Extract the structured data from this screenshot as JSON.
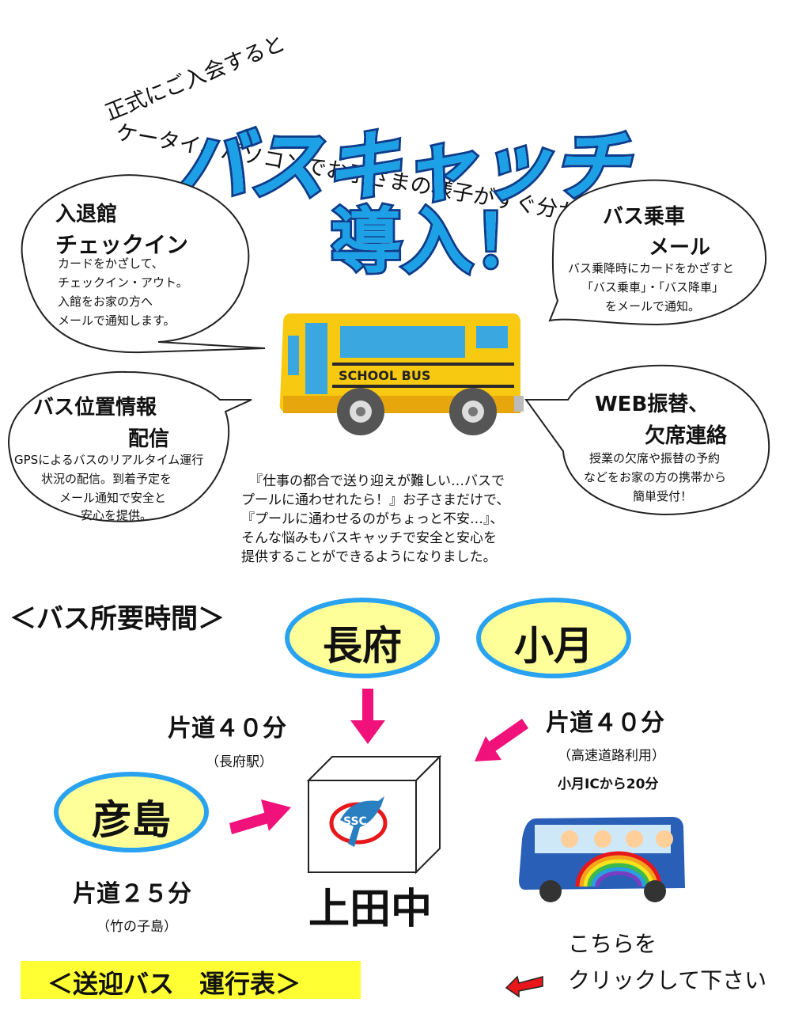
{
  "tagline": {
    "line1": "正式にご入会すると",
    "line2": "ケータイ、パソコンでお子さまの様子がすぐ分かる！"
  },
  "title": {
    "line1": "バスキャッチ",
    "line2": "導入！"
  },
  "bubbles": {
    "checkin": {
      "title1": "入退館",
      "title2": "チェックイン",
      "lines": [
        "カードをかざして、",
        "チェックイン・アウト。",
        "入館をお家の方へ",
        "メールで通知します。"
      ]
    },
    "boarding": {
      "title1": "バス乗車",
      "title2": "メール",
      "lines": [
        "バス乗降時にカードをかざすと",
        "「バス乗車」・「バス降車」",
        "をメールで通知。"
      ]
    },
    "location": {
      "title1": "バス位置情報",
      "title2": "配信",
      "lines": [
        "GPSによるバスのリアルタイム運行",
        "状況の配信。到着予定を",
        "メール通知で安全と",
        "安心を提供。"
      ]
    },
    "web": {
      "title1": "WEB振替、",
      "title2": "欠席連絡",
      "lines": [
        "授業の欠席や振替の予約",
        "などをお家の方の携帯から",
        "簡単受付！"
      ]
    }
  },
  "bus": {
    "label": "SCHOOL BUS"
  },
  "intro": {
    "lines": [
      "『仕事の都合で送り迎えが難しい…バスで",
      "プールに通わせれたら！』お子さまだけで、",
      "『プールに通わせるのがちょっと不安…』、",
      "そんな悩みもバスキャッチで安全と安心を",
      "提供することができるようになりました。"
    ]
  },
  "travel": {
    "heading": "＜バス所要時間＞",
    "origins": [
      {
        "name": "長府",
        "time": "片道４０分",
        "note": "（長府駅）"
      },
      {
        "name": "小月",
        "time": "片道４０分",
        "note": "（高速道路利用）",
        "note2": "小月ICから20分"
      },
      {
        "name": "彦島",
        "time": "片道２５分",
        "note": "（竹の子島）"
      }
    ],
    "destination": "上田中",
    "logo_text": "SSC"
  },
  "schedule": {
    "label": "＜送迎バス　運行表＞"
  },
  "click": {
    "line1": "こちらを",
    "line2": "クリックして下さい"
  },
  "colors": {
    "title_fill": "#1da1e6",
    "title_stroke": "#0b3d8c",
    "oval_fill": "#ffff99",
    "oval_border": "#29a3f0",
    "arrow": "#f0117a",
    "bus_yellow": "#f7c910",
    "bus_blue": "#3aa7e0",
    "schedule_bar": "#ffff33",
    "click_arrow": "#e8171b"
  }
}
